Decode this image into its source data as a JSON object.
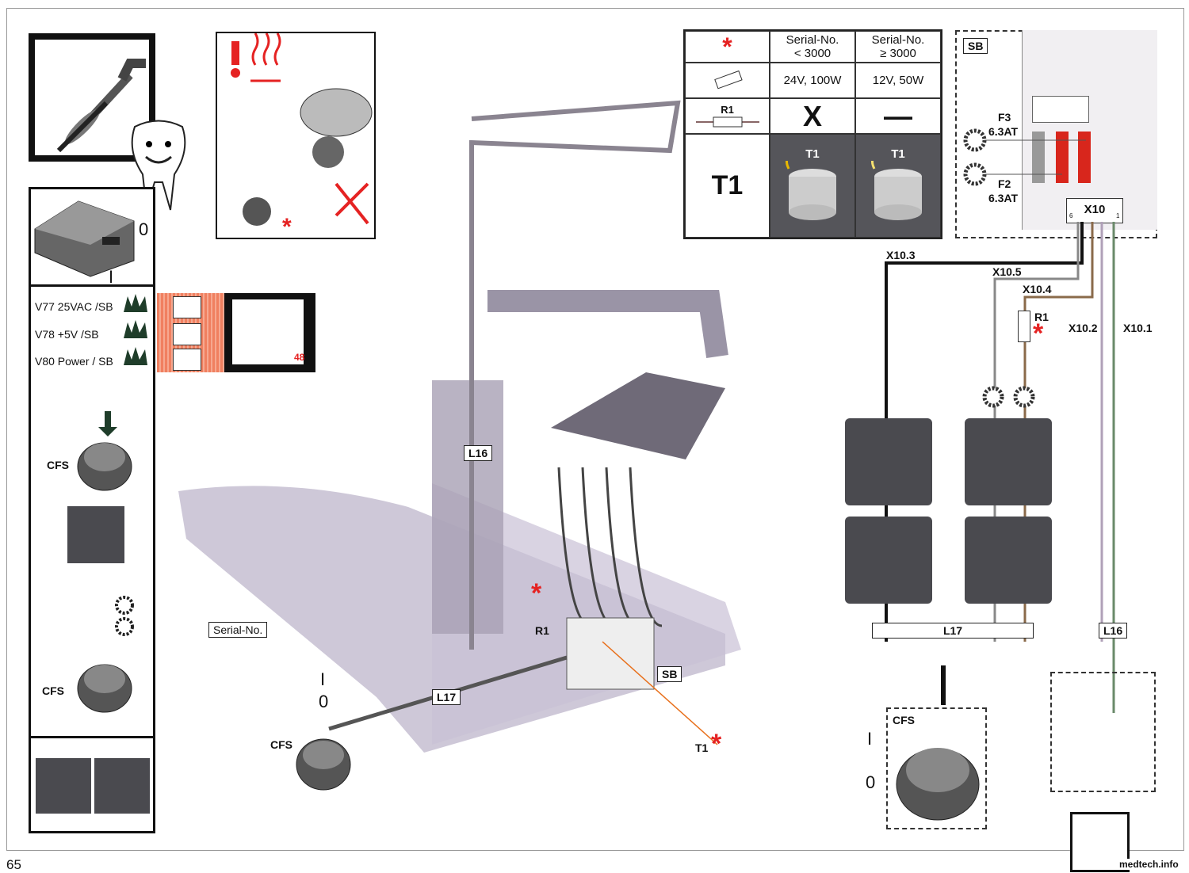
{
  "page_number": "65",
  "watermark": "medtech.info",
  "left_panel": {
    "switch_off_label": "0",
    "switch_on_label": "I",
    "leds": [
      {
        "label": "V77 25VAC /SB"
      },
      {
        "label": "V78 +5V /SB"
      },
      {
        "label": "V80 Power / SB"
      }
    ],
    "manual_page_ref": "48",
    "step_on_label": "I",
    "cfs_label_1": "CFS",
    "cfs_label_2": "CFS"
  },
  "table": {
    "header_marker": "*",
    "col1_header": "Serial-No.\n< 3000",
    "col2_header": "Serial-No.\n≥ 3000",
    "lamp_col1": "24V, 100W",
    "lamp_col2": "12V, 50W",
    "r1_label": "R1",
    "r1_col1": "X",
    "r1_col2": "—",
    "t1_label": "T1",
    "t1_col1": "T1",
    "t1_col2": "T1"
  },
  "board": {
    "sb_label": "SB",
    "f3_label": "F3",
    "f3_rating": "6.3AT",
    "f2_label": "F2",
    "f2_rating": "6.3AT",
    "connector_label": "X10",
    "pin6": "6",
    "pin1": "1"
  },
  "wiring": {
    "x10_3": "X10.3",
    "x10_5": "X10.5",
    "x10_4": "X10.4",
    "x10_2": "X10.2",
    "x10_1": "X10.1",
    "r1": "R1",
    "r1_marker": "*",
    "l17": "L17",
    "l16": "L16",
    "cfs": "CFS",
    "on": "I",
    "off": "0"
  },
  "chair": {
    "l16": "L16",
    "l17": "L17",
    "r1": "R1",
    "r1_marker": "*",
    "sb": "SB",
    "t1": "T1",
    "t1_marker": "*",
    "serial_no": "Serial-No.",
    "cfs": "CFS",
    "on": "I",
    "off": "0"
  },
  "colors": {
    "accent_red": "#e52222",
    "fuse_red": "#d8261c",
    "led_green": "#1f3d2a",
    "salmon": "#f08060",
    "purple_gray": "#b9b0c8"
  }
}
